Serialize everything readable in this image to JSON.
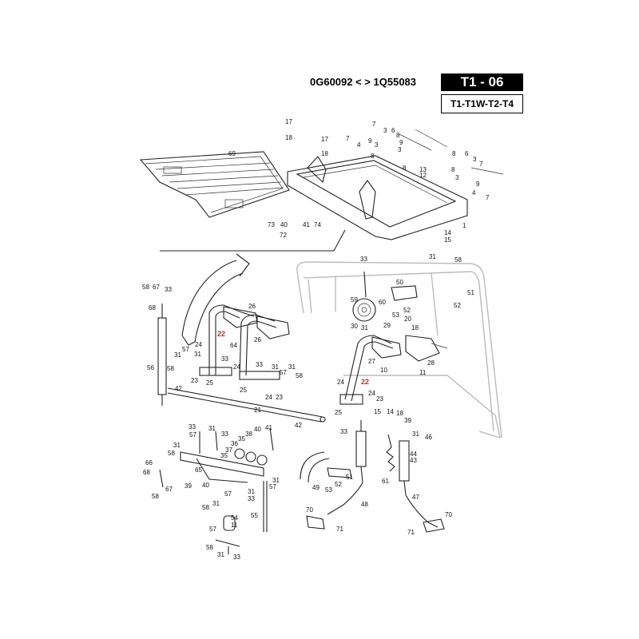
{
  "header": {
    "serial_range": "0G60092 < > 1Q55083",
    "model_code": "T1 - 06",
    "variants": "T1-T1W-T2-T4"
  },
  "callouts": [
    {
      "id": "c1",
      "text": "69"
    },
    {
      "id": "c2",
      "text": "17"
    },
    {
      "id": "c3",
      "text": "18"
    },
    {
      "id": "c4",
      "text": "17"
    },
    {
      "id": "c5",
      "text": "18"
    },
    {
      "id": "c6",
      "text": "7"
    },
    {
      "id": "c7",
      "text": "3"
    },
    {
      "id": "c8",
      "text": "6"
    },
    {
      "id": "c9",
      "text": "8"
    },
    {
      "id": "c10",
      "text": "7"
    },
    {
      "id": "c11",
      "text": "4"
    },
    {
      "id": "c12",
      "text": "9"
    },
    {
      "id": "c13",
      "text": "3"
    },
    {
      "id": "c14",
      "text": "8"
    },
    {
      "id": "c15",
      "text": "3"
    },
    {
      "id": "c16",
      "text": "9"
    },
    {
      "id": "c17",
      "text": "8"
    },
    {
      "id": "c18",
      "text": "8"
    },
    {
      "id": "c19",
      "text": "6"
    },
    {
      "id": "c20",
      "text": "3"
    },
    {
      "id": "c21",
      "text": "7"
    },
    {
      "id": "c22",
      "text": "13"
    },
    {
      "id": "c23",
      "text": "12"
    },
    {
      "id": "c24",
      "text": "8"
    },
    {
      "id": "c25",
      "text": "3"
    },
    {
      "id": "c26",
      "text": "9"
    },
    {
      "id": "c27",
      "text": "4"
    },
    {
      "id": "c28",
      "text": "7"
    },
    {
      "id": "c29",
      "text": "73"
    },
    {
      "id": "c30",
      "text": "40"
    },
    {
      "id": "c31",
      "text": "41"
    },
    {
      "id": "c32",
      "text": "74"
    },
    {
      "id": "c33",
      "text": "72"
    },
    {
      "id": "c34",
      "text": "1"
    },
    {
      "id": "c35",
      "text": "14"
    },
    {
      "id": "c36",
      "text": "15"
    },
    {
      "id": "c37",
      "text": "31"
    },
    {
      "id": "c38",
      "text": "58"
    },
    {
      "id": "c39",
      "text": "33"
    },
    {
      "id": "c40",
      "text": "50"
    },
    {
      "id": "c41",
      "text": "51"
    },
    {
      "id": "c42",
      "text": "52"
    },
    {
      "id": "c43",
      "text": "59"
    },
    {
      "id": "c44",
      "text": "60"
    },
    {
      "id": "c45",
      "text": "52"
    },
    {
      "id": "c46",
      "text": "53"
    },
    {
      "id": "c47",
      "text": "20"
    },
    {
      "id": "c48",
      "text": "58"
    },
    {
      "id": "c49",
      "text": "67"
    },
    {
      "id": "c50",
      "text": "33"
    },
    {
      "id": "c51",
      "text": "68"
    },
    {
      "id": "c52",
      "text": "26"
    },
    {
      "id": "c53",
      "text": "22"
    },
    {
      "id": "c54",
      "text": "26"
    },
    {
      "id": "c55",
      "text": "64"
    },
    {
      "id": "c56",
      "text": "24"
    },
    {
      "id": "c57",
      "text": "57"
    },
    {
      "id": "c58",
      "text": "31"
    },
    {
      "id": "c59",
      "text": "31"
    },
    {
      "id": "c60",
      "text": "58"
    },
    {
      "id": "c61",
      "text": "56"
    },
    {
      "id": "c62",
      "text": "23"
    },
    {
      "id": "c63",
      "text": "33"
    },
    {
      "id": "c64",
      "text": "24"
    },
    {
      "id": "c65",
      "text": "25"
    },
    {
      "id": "c66",
      "text": "33"
    },
    {
      "id": "c67",
      "text": "31"
    },
    {
      "id": "c68",
      "text": "31"
    },
    {
      "id": "c69",
      "text": "57"
    },
    {
      "id": "c70",
      "text": "58"
    },
    {
      "id": "c71",
      "text": "42"
    },
    {
      "id": "c72",
      "text": "25"
    },
    {
      "id": "c73",
      "text": "24"
    },
    {
      "id": "c74",
      "text": "23"
    },
    {
      "id": "c75",
      "text": "21"
    },
    {
      "id": "c76",
      "text": "42"
    },
    {
      "id": "c77",
      "text": "30"
    },
    {
      "id": "c78",
      "text": "31"
    },
    {
      "id": "c79",
      "text": "29"
    },
    {
      "id": "c80",
      "text": "18"
    },
    {
      "id": "c81",
      "text": "27"
    },
    {
      "id": "c82",
      "text": "28"
    },
    {
      "id": "c83",
      "text": "10"
    },
    {
      "id": "c84",
      "text": "11"
    },
    {
      "id": "c85",
      "text": "24"
    },
    {
      "id": "c86",
      "text": "22"
    },
    {
      "id": "c87",
      "text": "24"
    },
    {
      "id": "c88",
      "text": "23"
    },
    {
      "id": "c89",
      "text": "25"
    },
    {
      "id": "c90",
      "text": "15"
    },
    {
      "id": "c91",
      "text": "14"
    },
    {
      "id": "c92",
      "text": "18"
    },
    {
      "id": "c93",
      "text": "39"
    },
    {
      "id": "c94",
      "text": "33"
    },
    {
      "id": "c95",
      "text": "31"
    },
    {
      "id": "c96",
      "text": "46"
    },
    {
      "id": "c97",
      "text": "33"
    },
    {
      "id": "c98",
      "text": "31"
    },
    {
      "id": "c99",
      "text": "57"
    },
    {
      "id": "c100",
      "text": "33"
    },
    {
      "id": "c101",
      "text": "40"
    },
    {
      "id": "c102",
      "text": "41"
    },
    {
      "id": "c103",
      "text": "38"
    },
    {
      "id": "c104",
      "text": "35"
    },
    {
      "id": "c105",
      "text": "36"
    },
    {
      "id": "c106",
      "text": "37"
    },
    {
      "id": "c107",
      "text": "35"
    },
    {
      "id": "c108",
      "text": "31"
    },
    {
      "id": "c109",
      "text": "58"
    },
    {
      "id": "c110",
      "text": "65"
    },
    {
      "id": "c111",
      "text": "66"
    },
    {
      "id": "c112",
      "text": "68"
    },
    {
      "id": "c113",
      "text": "67"
    },
    {
      "id": "c114",
      "text": "58"
    },
    {
      "id": "c115",
      "text": "39"
    },
    {
      "id": "c116",
      "text": "40"
    },
    {
      "id": "c117",
      "text": "58"
    },
    {
      "id": "c118",
      "text": "31"
    },
    {
      "id": "c119",
      "text": "57"
    },
    {
      "id": "c120",
      "text": "31"
    },
    {
      "id": "c121",
      "text": "31"
    },
    {
      "id": "c122",
      "text": "57"
    },
    {
      "id": "c123",
      "text": "33"
    },
    {
      "id": "c124",
      "text": "54"
    },
    {
      "id": "c125",
      "text": "11"
    },
    {
      "id": "c126",
      "text": "57"
    },
    {
      "id": "c127",
      "text": "55"
    },
    {
      "id": "c128",
      "text": "58"
    },
    {
      "id": "c129",
      "text": "31"
    },
    {
      "id": "c130",
      "text": "33"
    },
    {
      "id": "c131",
      "text": "51"
    },
    {
      "id": "c132",
      "text": "52"
    },
    {
      "id": "c133",
      "text": "49"
    },
    {
      "id": "c134",
      "text": "53"
    },
    {
      "id": "c135",
      "text": "44"
    },
    {
      "id": "c136",
      "text": "43"
    },
    {
      "id": "c137",
      "text": "61"
    },
    {
      "id": "c138",
      "text": "48"
    },
    {
      "id": "c139",
      "text": "47"
    },
    {
      "id": "c140",
      "text": "70"
    },
    {
      "id": "c141",
      "text": "71"
    },
    {
      "id": "c142",
      "text": "70"
    },
    {
      "id": "c143",
      "text": "71"
    }
  ],
  "colors": {
    "ink": "#222222",
    "highlight": "#c62828",
    "frame_ghost": "#bbbbbb",
    "header_block": "#000000"
  }
}
